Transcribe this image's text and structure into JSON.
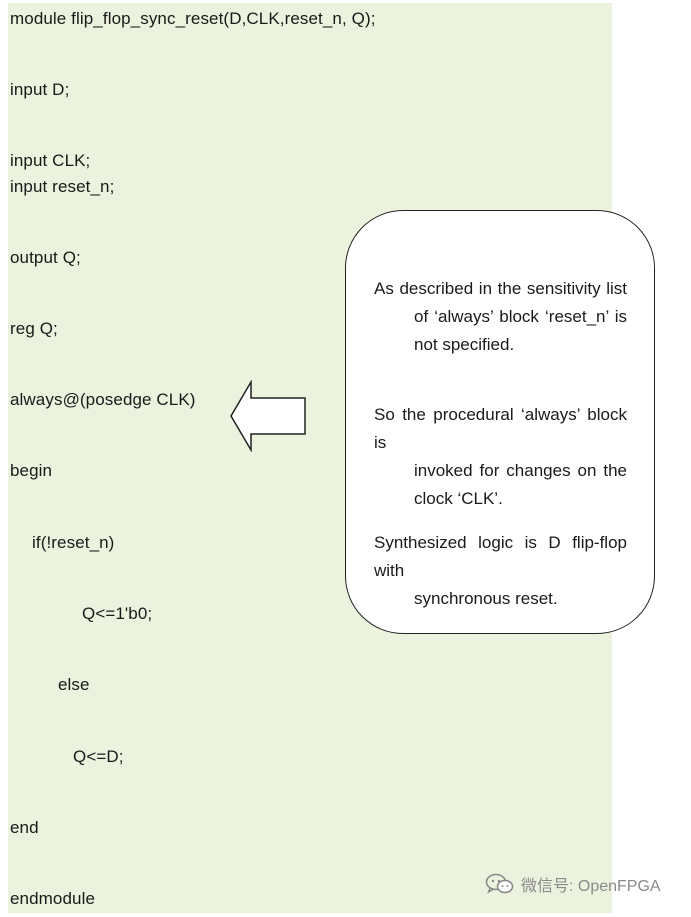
{
  "code": {
    "module_decl": "module flip_flop_sync_reset(D,CLK,reset_n, Q);",
    "input_d": "input D;",
    "input_clk": "input CLK;",
    "input_reset": "input reset_n;",
    "output_q": "output Q;",
    "reg_q": "reg Q;",
    "always": "always@(posedge CLK)",
    "begin": "begin",
    "if_stmt": "if(!reset_n)",
    "assign_reset": "Q<=1'b0;",
    "else_stmt": "else",
    "assign_d": "Q<=D;",
    "end": "end",
    "endmodule": "endmodule"
  },
  "callout": {
    "p1_first": "As described in the sensitivity list",
    "p1_rest": "of ‘always’ block ‘reset_n’ is not specified.",
    "p2_first": "So the procedural ‘always’ block is",
    "p2_rest": "invoked for changes on the clock ‘CLK’.",
    "p3_first": "Synthesized logic is D flip-flop with",
    "p3_rest": "synchronous reset."
  },
  "watermark": {
    "text": "微信号: OpenFPGA"
  },
  "colors": {
    "code_background": "#ebf2dd",
    "callout_border": "#222222",
    "watermark": "#8a8a8a"
  },
  "icons": {
    "arrow": "left-block-arrow-icon",
    "watermark_logo": "wechat-icon"
  }
}
